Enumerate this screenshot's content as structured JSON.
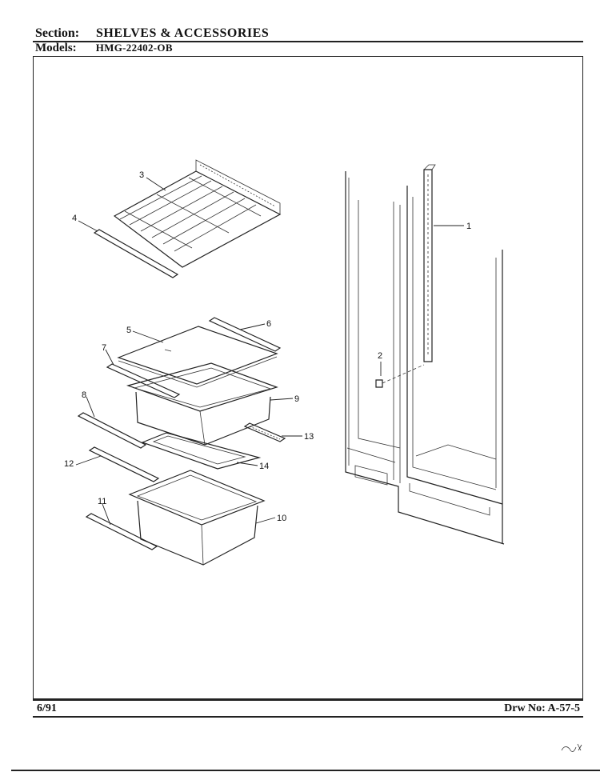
{
  "header": {
    "section_label": "Section:",
    "section_value": "SHELVES & ACCESSORIES",
    "models_label": "Models:",
    "models_value": "HMG-22402-OB"
  },
  "footer": {
    "date": "6/91",
    "drawing_number": "Drw No: A-57-5"
  },
  "callouts": [
    "1",
    "2",
    "3",
    "4",
    "5",
    "6",
    "7",
    "8",
    "9",
    "10",
    "11",
    "12",
    "13",
    "14"
  ]
}
